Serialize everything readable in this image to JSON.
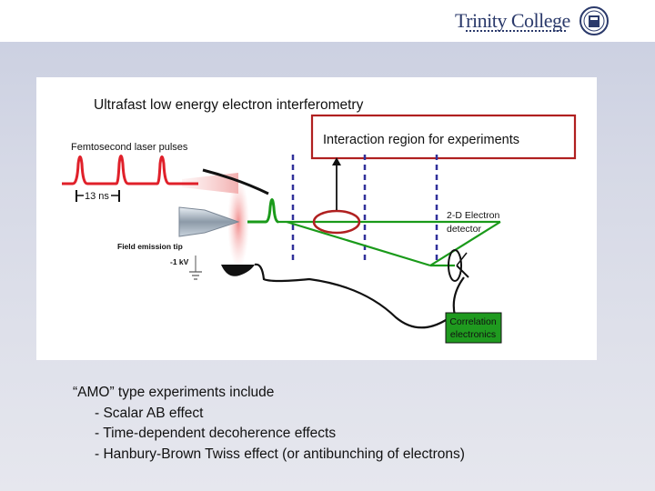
{
  "header": {
    "logo_text": "Trinity College"
  },
  "diagram": {
    "title": "Ultrafast low energy electron interferometry",
    "laser_label": "Femtosecond laser pulses",
    "interaction_label": "Interaction region for experiments",
    "period_label": "13 ns",
    "detector_label_line1": "2-D Electron",
    "detector_label_line2": "detector",
    "tip_label": "Field emission tip",
    "voltage_label": "-1 kV",
    "correlation_line1": "Correlation",
    "correlation_line2": "electronics"
  },
  "notes": {
    "intro": "“AMO” type experiments include",
    "items": [
      "- Scalar AB effect",
      "- Time-dependent decoherence effects",
      "- Hanbury-Brown Twiss effect (or antibunching of electrons)"
    ]
  },
  "colors": {
    "laser_red": "#e0202a",
    "beam_green": "#1a9a1a",
    "box_red": "#b02020",
    "dashed_blue": "#30309a",
    "correlation_green": "#1f9a1f"
  }
}
